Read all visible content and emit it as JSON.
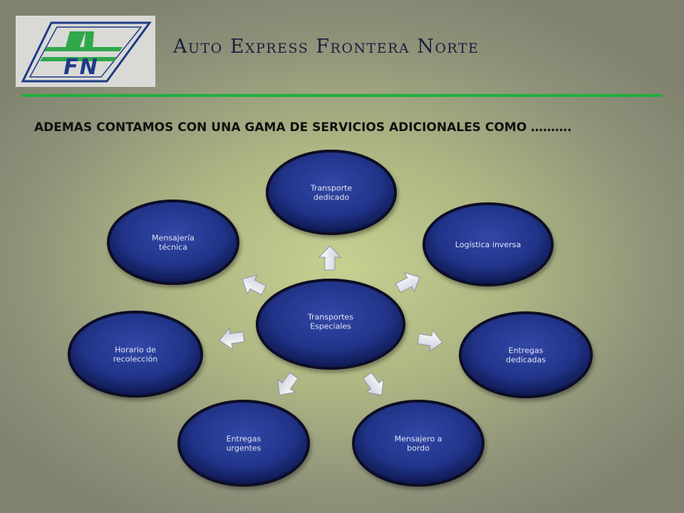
{
  "header": {
    "logo_text": "AFN",
    "company_name": "Auto Express Frontera Norte"
  },
  "headline": "ADEMAS CONTAMOS CON UNA GAMA DE SERVICIOS ADICIONALES COMO ……….",
  "diagram": {
    "center": {
      "lines": [
        "Transportes",
        "Especiales"
      ]
    },
    "nodes": [
      {
        "name": "transporte-dedicado",
        "lines": [
          "Transporte",
          "dedicado"
        ]
      },
      {
        "name": "logistica-inversa",
        "lines": [
          "Logística inversa"
        ]
      },
      {
        "name": "entregas-dedicadas",
        "lines": [
          "Entregas",
          "dedicadas"
        ]
      },
      {
        "name": "mensajero-a-bordo",
        "lines": [
          "Mensajero a",
          "bordo"
        ]
      },
      {
        "name": "entregas-urgentes",
        "lines": [
          "Entregas",
          "urgentes"
        ]
      },
      {
        "name": "horario-de-recoleccion",
        "lines": [
          "Horario de",
          "recolección"
        ]
      },
      {
        "name": "mensajeria-tecnica",
        "lines": [
          "Mensajería",
          "técnica"
        ]
      }
    ],
    "colors": {
      "node_fill": "#2a3d93",
      "node_dark": "#0e1a52",
      "node_rim": "#0b0f27",
      "arrow_fill": "#eef0f5",
      "rule": "#1faf3e"
    }
  }
}
